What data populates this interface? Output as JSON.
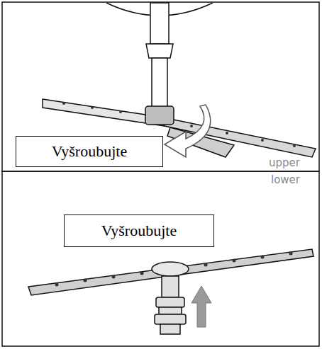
{
  "diagram": {
    "nodes": [
      {
        "text": [
          "Vyšroubujte"
        ]
      },
      {
        "text": [
          "Vyšroubujte"
        ]
      }
    ],
    "labels": [
      "upper",
      "lower"
    ]
  }
}
